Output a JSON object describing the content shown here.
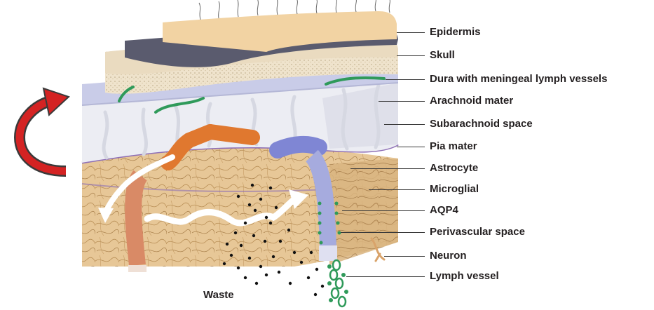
{
  "labels": {
    "epidermis": "Epidermis",
    "skull": "Skull",
    "dura": "Dura with meningeal lymph vessels",
    "arachnoid": "Arachnoid mater",
    "subarachnoid": "Subarachnoid space",
    "pia": "Pia mater",
    "astrocyte": "Astrocyte",
    "microglial": "Microglial",
    "aqp4": "AQP4",
    "perivascular": "Perivascular space",
    "neuron": "Neuron",
    "lymph_vessel": "Lymph vessel",
    "waste": "Waste"
  },
  "colors": {
    "epidermis": "#f2d3a3",
    "skull": "#5a5b6e",
    "bone": "#eadbc0",
    "arachnoid": "#c9cce8",
    "tissue": "#e6c596",
    "artery": "#e0825a",
    "vein": "#8a8fd8",
    "lymph": "#2f9a5a",
    "arrow": "#d42323"
  }
}
